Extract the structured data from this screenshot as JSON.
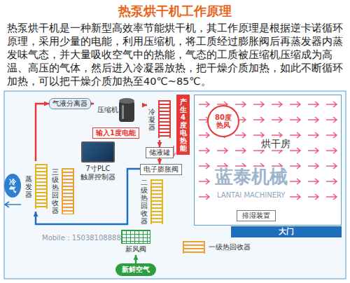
{
  "diagram": {
    "title": "热泵烘干机工作原理",
    "nodes": [
      {
        "text": [
          "烘干房"
        ]
      },
      {
        "text": [
          "80度热风"
        ],
        "in": 0
      },
      {
        "text": [
          "排湿装置"
        ],
        "in": 0
      },
      {
        "text": [
          "大门"
        ]
      },
      {
        "text": [
          "产生4度电热能"
        ]
      },
      {
        "text": [
          "冷凝器"
        ]
      },
      {
        "text": [
          "压缩机"
        ]
      },
      {
        "text": [
          "输入1度电能"
        ]
      },
      {
        "text": [
          "气液分离器"
        ]
      },
      {
        "text": [
          "冷气"
        ]
      },
      {
        "text": [
          "蒸发器"
        ]
      },
      {
        "text": [
          "三级热回收器"
        ]
      },
      {
        "text": [
          "7寸PLC 触屏控制器"
        ]
      },
      {
        "text": [
          "储液罐"
        ]
      },
      {
        "text": [
          "电子膨胀阀"
        ]
      },
      {
        "text": [
          "二级热回收器"
        ]
      },
      {
        "text": [
          "一级热回收器"
        ]
      },
      {
        "text": [
          "新风阀"
        ]
      },
      {
        "text": [
          "新鲜空气"
        ]
      }
    ],
    "edges": [
      {
        "from": 8,
        "to": 6,
        "arrow": "to"
      },
      {
        "from": 6,
        "to": 5,
        "arrow": "to"
      },
      {
        "from": 5,
        "to": 13,
        "arrow": "to"
      },
      {
        "from": 13,
        "to": 14,
        "arrow": "to"
      },
      {
        "from": 14,
        "to": 10,
        "arrow": "to"
      },
      {
        "from": 10,
        "to": 8,
        "arrow": "to"
      },
      {
        "from": 18,
        "to": 17,
        "arrow": "to"
      }
    ],
    "labels": [
      "热泵烘干机是一种新型高效率节能烘干机，其工作原理是根据逆卡诺循环原理，采用少量的电能，利用压缩机，将工质经过膨胀阀后再蒸发器内蒸发味气态，并大量吸收空气中的热能，气态的工质被压缩机压缩成为高温、高压的气体，然后进入冷凝器放热，把干燥介质加热，如此不断循环加热，可以把干燥介质加热至40℃~85℃。",
      "蓝泰机械",
      "LANTAI MACHINERY",
      "Mobile：15038108888"
    ]
  }
}
